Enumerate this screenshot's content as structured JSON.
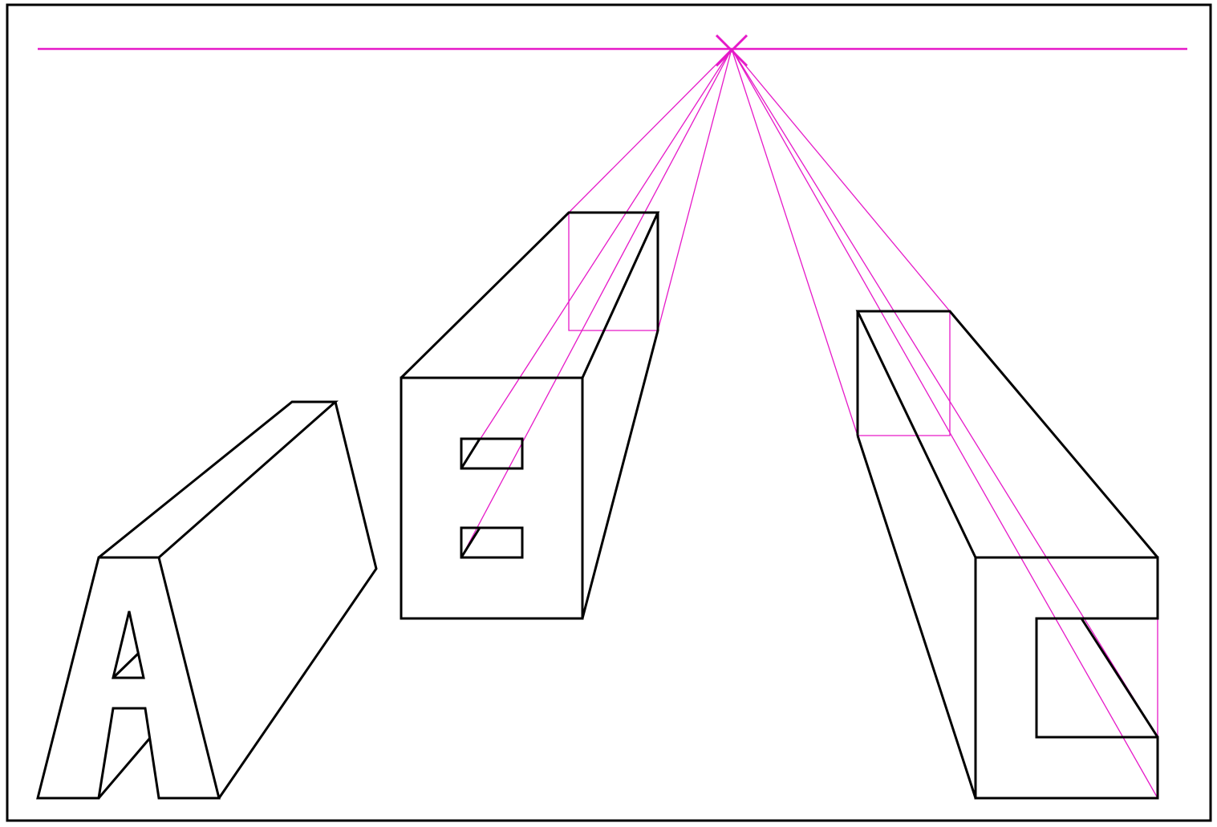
{
  "diagram": {
    "type": "one-point perspective construction",
    "guide_color": "#e619c8",
    "outline_color": "#000000",
    "background_color": "#ffffff",
    "elements": [
      "horizon-line",
      "vanishing-point",
      "letter-a-block",
      "letter-e-block",
      "letter-c-block"
    ]
  }
}
